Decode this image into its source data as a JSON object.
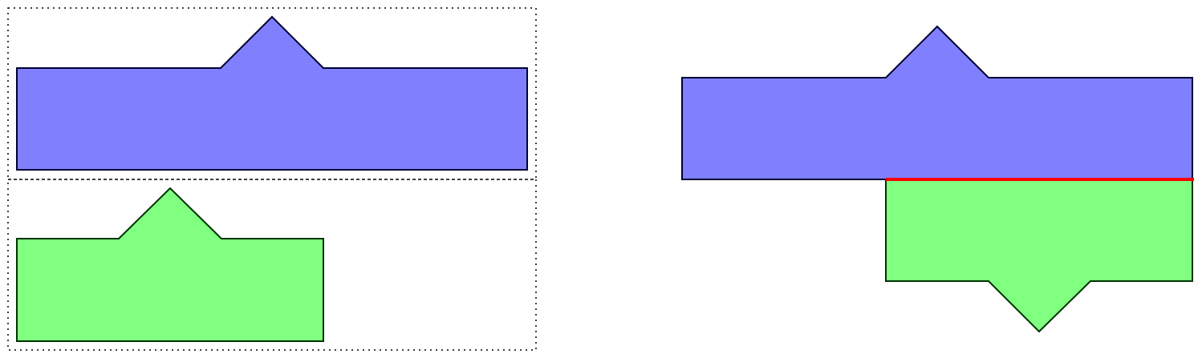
{
  "colors": {
    "background": "#ffffff",
    "blue_fill": "#8080ff",
    "blue_stroke": "#000033",
    "green_fill": "#80ff80",
    "green_stroke": "#003300",
    "seam": "#ff0000",
    "frame": "#000000"
  },
  "panels": {
    "left": {
      "description_items": [
        "dotted-frame",
        "blue-shape",
        "green-shape"
      ]
    },
    "right": {
      "description_items": [
        "blue-shape",
        "green-shape-flipped",
        "red-seam"
      ]
    }
  }
}
